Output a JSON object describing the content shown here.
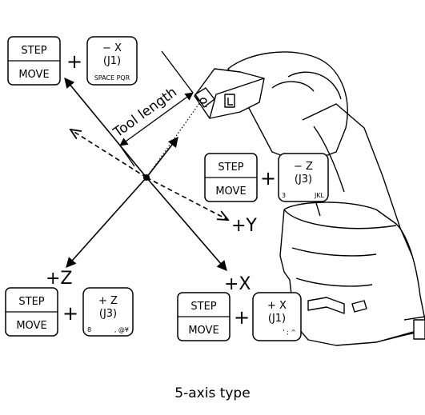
{
  "caption": "5-axis type",
  "tool_length_label": "Tool length",
  "axis_labels": {
    "plus_x": "+X",
    "plus_y": "+Y",
    "plus_z": "+Z"
  },
  "key_labels": {
    "step": "STEP",
    "move": "MOVE",
    "plus_sign": "+"
  },
  "key_combos": {
    "minus_x": {
      "line1": "− X",
      "line2": "(J1)",
      "corner": "SPACE PQR"
    },
    "minus_z": {
      "line1": "− Z",
      "line2": "(J3)",
      "corner_left": "3",
      "corner_right": "JKL"
    },
    "plus_z": {
      "line1": "+ Z",
      "line2": "(J3)",
      "corner_left": "8",
      "corner_right": ", @¥"
    },
    "plus_x": {
      "line1": "+ X",
      "line2": "(J1)",
      "corner_right": "' ; ^"
    }
  }
}
